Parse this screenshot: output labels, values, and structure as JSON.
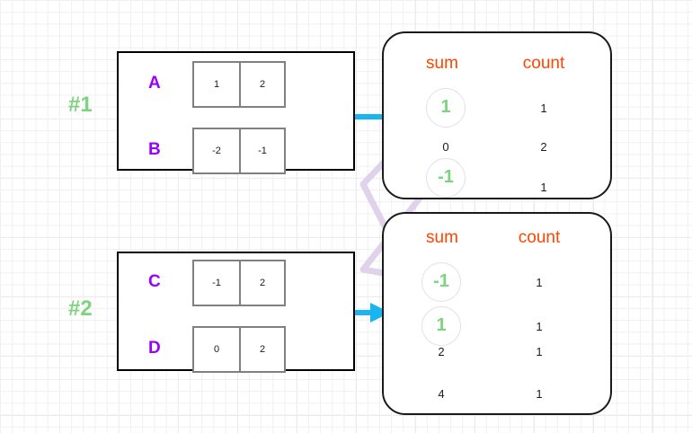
{
  "diagram": {
    "title": "Partial aggregation sum/count shuffle diagram",
    "colors": {
      "group_label": "#7ed47e",
      "row_label": "#9900ff",
      "column_header": "#ff4500",
      "highlight_value": "#7ed47e",
      "arrow": "#1ab4f0",
      "wire": "#e0d2ea",
      "block_border": "#000000",
      "cell_border": "#808080",
      "grid_minor": "#f0f0f0",
      "grid_major": "#e4e4e4"
    }
  },
  "groups": [
    {
      "label": "#1",
      "rows": [
        {
          "name": "A",
          "cells": [
            "1",
            "2"
          ]
        },
        {
          "name": "B",
          "cells": [
            "-2",
            "-1"
          ]
        }
      ]
    },
    {
      "label": "#2",
      "rows": [
        {
          "name": "C",
          "cells": [
            "-1",
            "2"
          ]
        },
        {
          "name": "D",
          "cells": [
            "0",
            "2"
          ]
        }
      ]
    }
  ],
  "panels": [
    {
      "headers": {
        "sum": "sum",
        "count": "count"
      },
      "rows": [
        {
          "sum": "1",
          "count": "1",
          "highlighted": true
        },
        {
          "sum": "0",
          "count": "2",
          "highlighted": false
        },
        {
          "sum": "-1",
          "count": "1",
          "highlighted": true
        }
      ]
    },
    {
      "headers": {
        "sum": "sum",
        "count": "count"
      },
      "rows": [
        {
          "sum": "-1",
          "count": "1",
          "highlighted": true
        },
        {
          "sum": "1",
          "count": "1",
          "highlighted": true
        },
        {
          "sum": "2",
          "count": "1",
          "highlighted": false
        },
        {
          "sum": "4",
          "count": "1",
          "highlighted": false
        }
      ]
    }
  ],
  "arrows": [
    {
      "name": "group-1-to-panel-1"
    },
    {
      "name": "group-2-to-panel-2"
    }
  ],
  "wires": [
    {
      "name": "match-sum-1",
      "from": "panel1-sum-1",
      "to": "panel2-sum-1"
    },
    {
      "name": "match-sum-minus-1",
      "from": "panel1-sum-minus-1",
      "to": "panel2-sum-minus-1"
    }
  ]
}
